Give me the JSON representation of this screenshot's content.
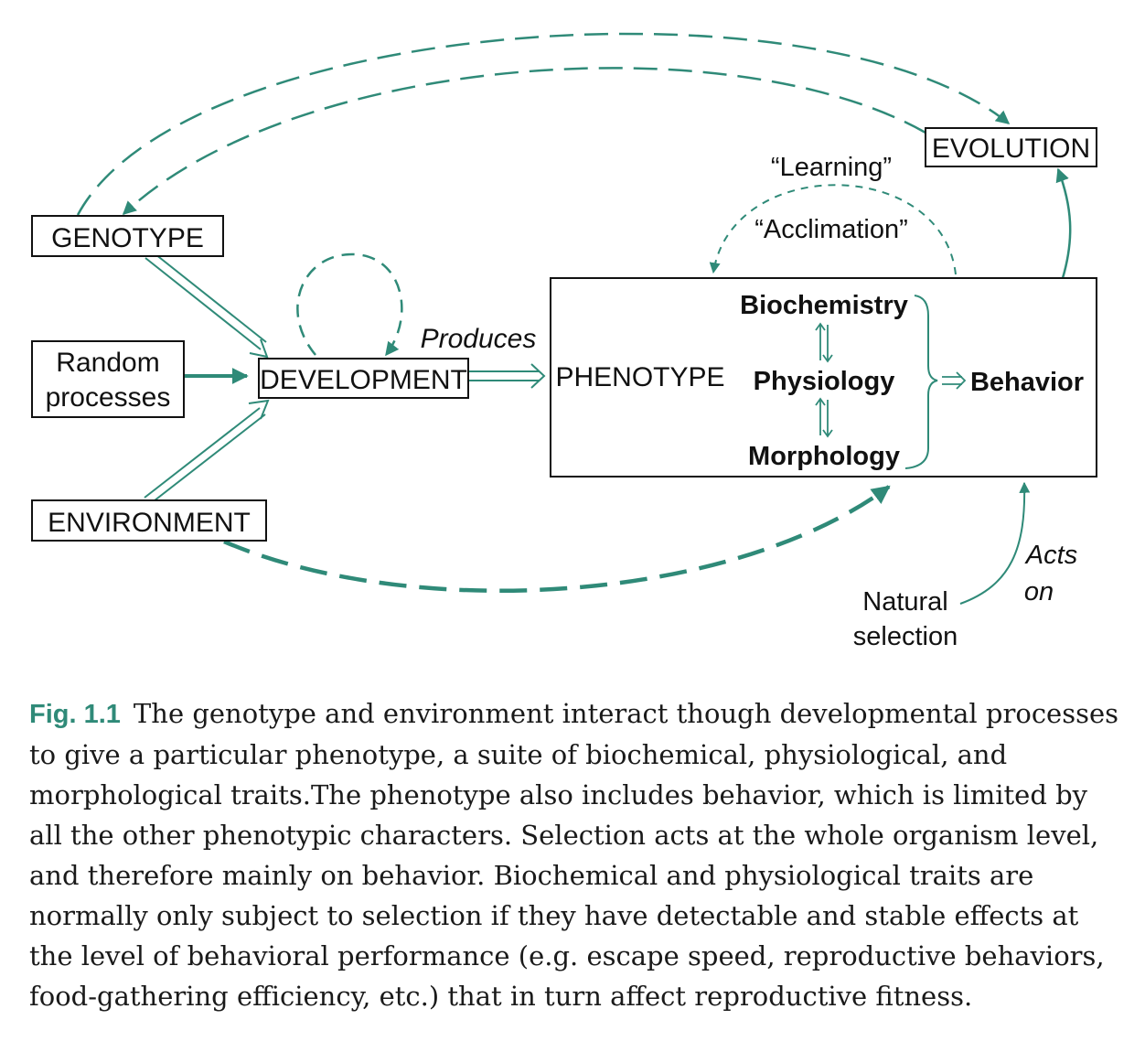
{
  "colors": {
    "accent": "#2f8a78",
    "text": "#111111",
    "box_border": "#111111"
  },
  "nodes": {
    "genotype": "GENOTYPE",
    "random_processes_line1": "Random",
    "random_processes_line2": "processes",
    "environment": "ENVIRONMENT",
    "development": "DEVELOPMENT",
    "phenotype": "PHENOTYPE",
    "evolution": "EVOLUTION",
    "biochemistry": "Biochemistry",
    "physiology": "Physiology",
    "morphology": "Morphology",
    "behavior": "Behavior"
  },
  "labels": {
    "produces": "Produces",
    "learning": "“Learning”",
    "acclimation": "“Acclimation”",
    "acts_on_line1": "Acts",
    "acts_on_line2": "on",
    "natural_selection_line1": "Natural",
    "natural_selection_line2": "selection"
  },
  "caption": {
    "label": "Fig. 1.1",
    "text": "The genotype and environment interact though developmental processes to give a particular phenotype, a suite of biochemical, physiological, and morphological traits.The phenotype also includes behavior, which is limited by all the other phenotypic characters. Selection acts at the whole organism level, and therefore mainly on behavior. Biochemical and physiological traits are normally only subject to selection if they have detectable and stable effects at the level of behavioral performance (e.g. escape speed, reproductive behaviors, food-gathering efficiency, etc.) that in turn affect reproductive fitness."
  }
}
